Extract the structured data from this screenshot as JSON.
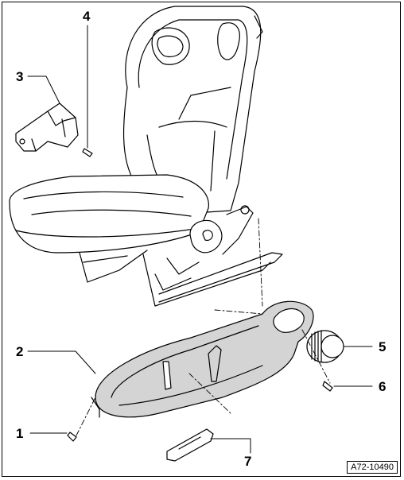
{
  "callouts": [
    {
      "id": "1",
      "text": "1"
    },
    {
      "id": "2",
      "text": "2"
    },
    {
      "id": "3",
      "text": "3"
    },
    {
      "id": "4",
      "text": "4"
    },
    {
      "id": "5",
      "text": "5"
    },
    {
      "id": "6",
      "text": "6"
    },
    {
      "id": "7",
      "text": "7"
    }
  ],
  "figure_id": "A72-10490",
  "colors": {
    "trim_fill": "#d4d4d4",
    "line": "#000000"
  }
}
